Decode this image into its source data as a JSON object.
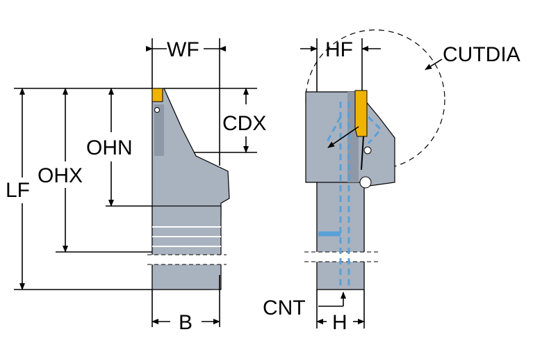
{
  "labels": {
    "wf": "WF",
    "cdx": "CDX",
    "ohn": "OHN",
    "ohx": "OHX",
    "lf": "LF",
    "b": "B",
    "hf": "HF",
    "cutdia": "CUTDIA",
    "cnt": "CNT",
    "h": "H"
  },
  "colors": {
    "body": "#a9b2bf",
    "insert": "#f0b400",
    "coolant": "#5aa0d8"
  }
}
